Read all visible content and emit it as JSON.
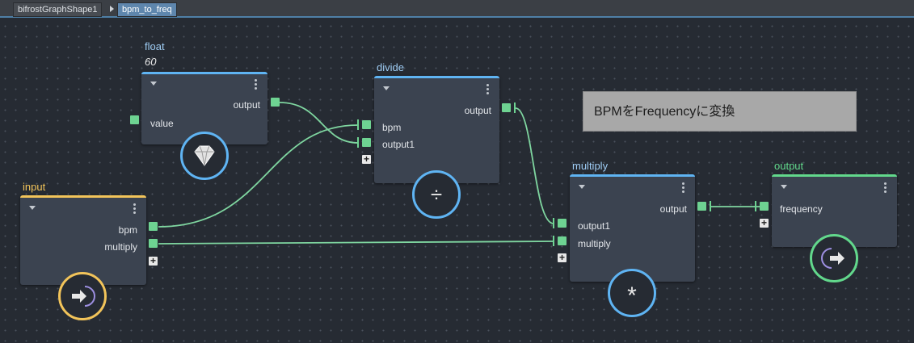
{
  "breadcrumb": {
    "items": [
      "bifrostGraphShape1",
      "bpm_to_freq"
    ]
  },
  "colors": {
    "wire": "#7fd6a0",
    "port": "#6ed392",
    "input_accent": "#f2c45a",
    "op_accent": "#5fb4f3",
    "output_accent": "#62d88c",
    "sticky_note": "#a8a8a8"
  },
  "nodes": {
    "float": {
      "title": "float",
      "value": "60",
      "outputs": [
        "output"
      ],
      "inputs": [
        "value"
      ],
      "icon": "diamond-icon"
    },
    "input": {
      "title": "input",
      "outputs": [
        "bpm",
        "multiply"
      ],
      "icon": "arrow-enter-icon"
    },
    "divide": {
      "title": "divide",
      "outputs": [
        "output"
      ],
      "inputs": [
        "bpm",
        "output1"
      ],
      "icon": "divide-icon",
      "symbol": "÷"
    },
    "multiply": {
      "title": "multiply",
      "outputs": [
        "output"
      ],
      "inputs": [
        "output1",
        "multiply"
      ],
      "icon": "asterisk-icon",
      "symbol": "*"
    },
    "output": {
      "title": "output",
      "inputs": [
        "frequency"
      ],
      "icon": "arrow-exit-icon"
    }
  },
  "note": {
    "text": "BPMをFrequencyに変換"
  }
}
